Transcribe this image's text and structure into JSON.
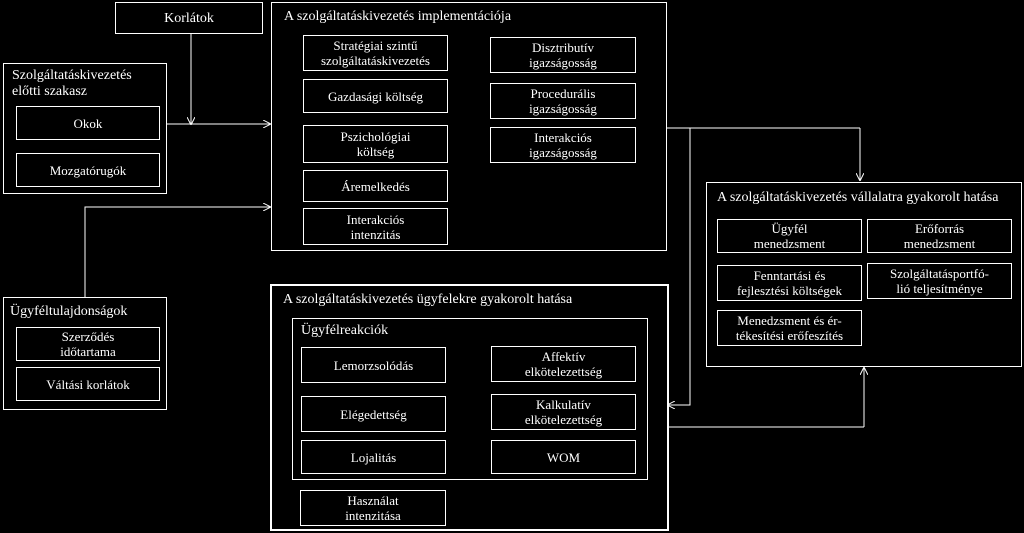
{
  "constraints": "Korlátok",
  "pre_stage": {
    "title": "Szolgáltatáskivezetés\nelőtti szakasz",
    "items": [
      "Okok",
      "Mozgatórugók"
    ]
  },
  "customer_props": {
    "title": "Ügyféltulajdonságok",
    "items": [
      "Szerződés\nidőtartama",
      "Váltási korlátok"
    ]
  },
  "implementation": {
    "title": "A szolgáltatáskivezetés implementációja",
    "left": [
      "Stratégiai szintű\nszolgáltatáskivezetés",
      "Gazdasági költség",
      "Pszichológiai\nköltség",
      "Áremelkedés",
      "Interakciós\nintenzitás"
    ],
    "right": [
      "Disztributív\nigazságosság",
      "Procedurális\nigazságosság",
      "Interakciós\nigazságosság"
    ]
  },
  "company_impact": {
    "title": "A szolgáltatáskivezetés vállalatra gyakorolt hatása",
    "items": [
      "Ügyfél\nmenedzsment",
      "Erőforrás\nmenedzsment",
      "Fenntartási és\nfejlesztési költségek",
      "Szolgáltatásportfó-\nlió teljesítménye",
      "Menedzsment és ér-\ntékesítési erőfeszítés"
    ]
  },
  "customer_impact": {
    "title": "A szolgáltatáskivezetés ügyfelekre gyakorolt hatása",
    "reactions_title": "Ügyfélreakciók",
    "reactions": [
      "Lemorzsolódás",
      "Affektív\nelkötelezettség",
      "Elégedettség",
      "Kalkulatív\nelkötelezettség",
      "Lojalitás",
      "WOM"
    ],
    "usage": "Használat\nintenzitása"
  }
}
